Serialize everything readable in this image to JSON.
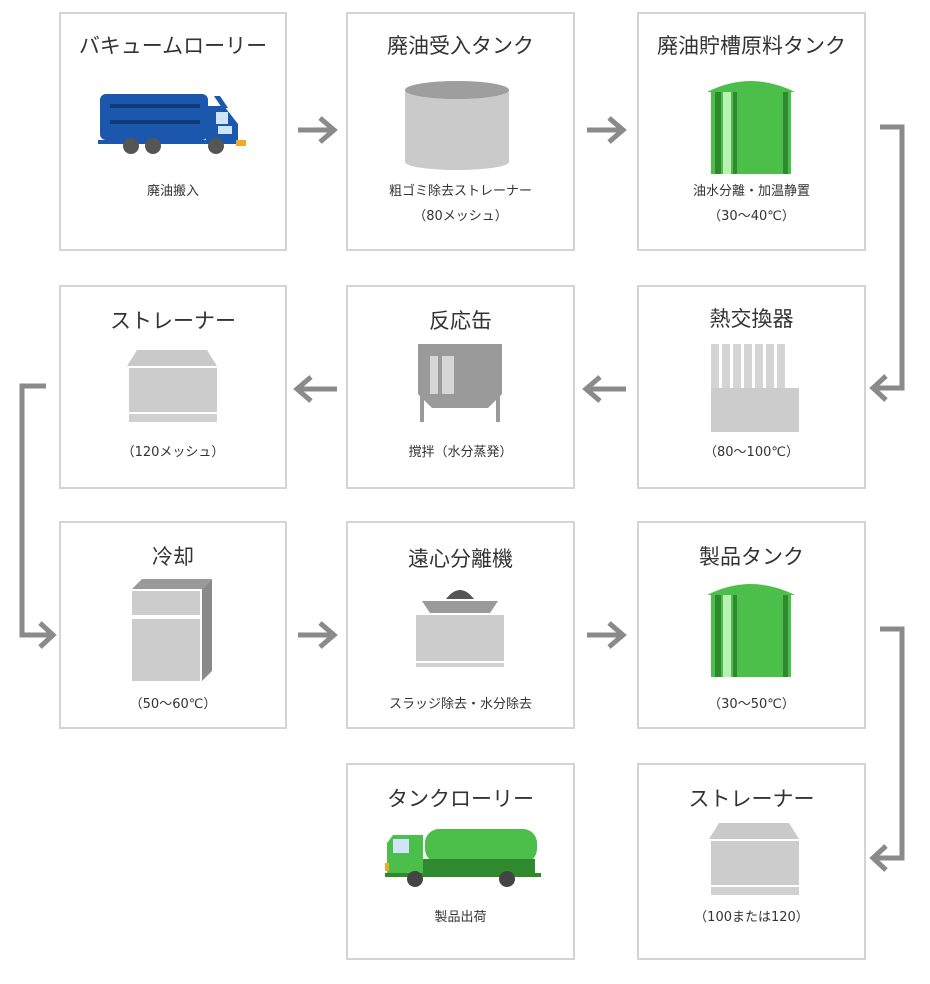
{
  "steps": [
    {
      "title": "バキュームローリー",
      "caption": "廃油搬入"
    },
    {
      "title": "廃油受入タンク",
      "caption": "粗ゴミ除去ストレーナー",
      "caption2": "（80メッシュ）"
    },
    {
      "title": "廃油貯槽原料タンク",
      "caption": "油水分離・加温静置",
      "caption2": "（30～40℃）"
    },
    {
      "title": "ストレーナー",
      "caption": "（120メッシュ）"
    },
    {
      "title": "反応缶",
      "caption": "撹拌（水分蒸発）"
    },
    {
      "title": "熱交換器",
      "caption": "（80～100℃）"
    },
    {
      "title": "冷却",
      "caption": "（50～60℃）"
    },
    {
      "title": "遠心分離機",
      "caption": "スラッジ除去・水分除去"
    },
    {
      "title": "製品タンク",
      "caption": "（30～50℃）"
    },
    {
      "title": "タンクローリー",
      "caption": "製品出荷"
    },
    {
      "title": "ストレーナー",
      "caption": "（100または120）"
    }
  ],
  "colors": {
    "border": "#d4d4d4",
    "arrow": "#8a8a8a",
    "blue_truck": "#1a57ad",
    "green_tank": "#4cbf4a",
    "gray_equipment": "#c9c9c9",
    "dark_gray": "#555555"
  }
}
